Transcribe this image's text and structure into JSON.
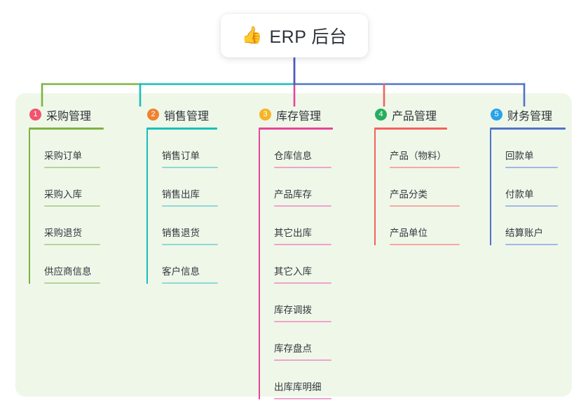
{
  "diagram": {
    "type": "mind-map",
    "root": {
      "icon": "thumbs-up-emoji",
      "emoji": "👍",
      "title": "ERP 后台"
    },
    "panel_color": "#eff7e9",
    "root_connector_color": "#5257c4",
    "columns": [
      {
        "index": "1",
        "badge": "1",
        "badge_color": "#f2536d",
        "title": "采购管理",
        "color": "#76b martial",
        "line_color": "#7cb342",
        "rule_color": "#b5d49a",
        "items": [
          {
            "label": "采购订单"
          },
          {
            "label": "采购入库"
          },
          {
            "label": "采购退货"
          },
          {
            "label": "供应商信息"
          }
        ]
      },
      {
        "index": "2",
        "badge": "2",
        "badge_color": "#f08230",
        "title": "销售管理",
        "line_color": "#16c0ba",
        "rule_color": "#8fd9d4",
        "items": [
          {
            "label": "销售订单"
          },
          {
            "label": "销售出库"
          },
          {
            "label": "销售退货"
          },
          {
            "label": "客户信息"
          }
        ]
      },
      {
        "index": "3",
        "badge": "3",
        "badge_color": "#f5b526",
        "title": "库存管理",
        "line_color": "#e8449a",
        "rule_color": "#efa3cb",
        "items": [
          {
            "label": "仓库信息"
          },
          {
            "label": "产品库存"
          },
          {
            "label": "其它出库"
          },
          {
            "label": "其它入库"
          },
          {
            "label": "库存调拨"
          },
          {
            "label": "库存盘点"
          },
          {
            "label": "出库库明细"
          }
        ]
      },
      {
        "index": "4",
        "badge": "4",
        "badge_color": "#27ae5f",
        "title": "产品管理",
        "line_color": "#f4605e",
        "rule_color": "#f7a6a3",
        "items": [
          {
            "label": "产品（物料）"
          },
          {
            "label": "产品分类"
          },
          {
            "label": "产品单位"
          }
        ]
      },
      {
        "index": "5",
        "badge": "5",
        "badge_color": "#29a3e8",
        "title": "财务管理",
        "line_color": "#4f74c8",
        "rule_color": "#a2b8e2",
        "items": [
          {
            "label": "回款单"
          },
          {
            "label": "付款单"
          },
          {
            "label": "结算账户"
          }
        ]
      }
    ]
  }
}
